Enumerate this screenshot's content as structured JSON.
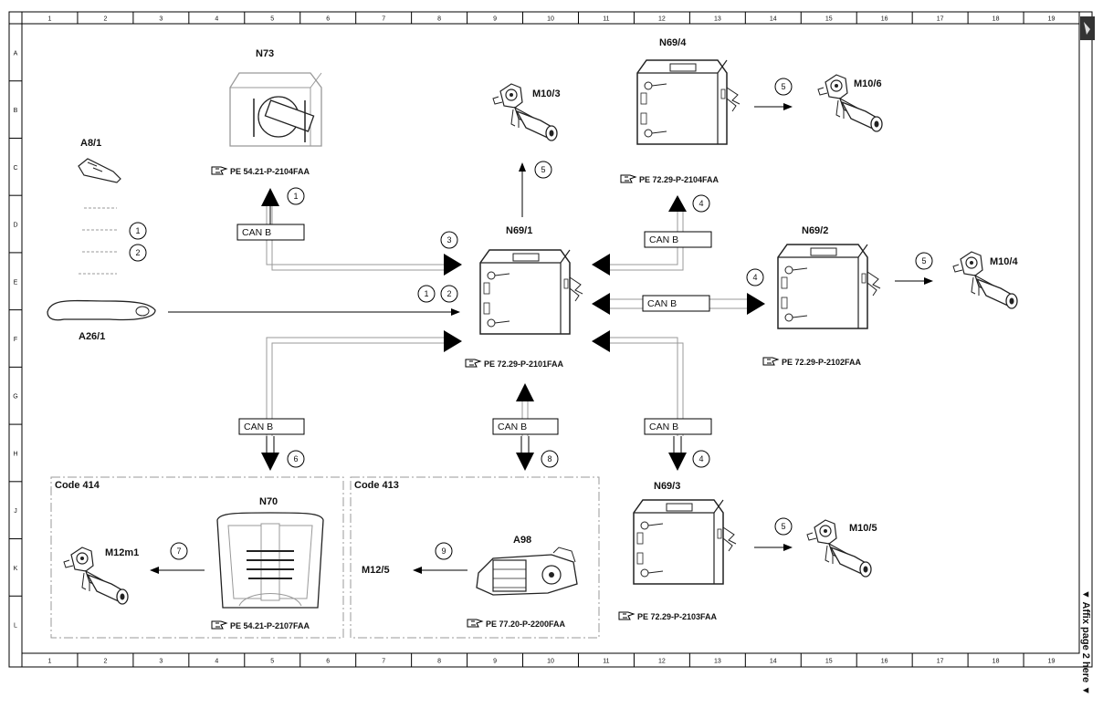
{
  "grid": {
    "columns": [
      "1",
      "2",
      "3",
      "4",
      "5",
      "6",
      "7",
      "8",
      "9",
      "10",
      "11",
      "12",
      "13",
      "14",
      "15",
      "16",
      "17",
      "18",
      "19"
    ],
    "rows": [
      "A",
      "B",
      "C",
      "D",
      "E",
      "F",
      "G",
      "H",
      "J",
      "K",
      "L"
    ]
  },
  "side_note": "▼ Affix page 2 here ▼",
  "components": {
    "n73": "N73",
    "a8_1": "A8/1",
    "a26_1": "A26/1",
    "m10_3": "M10/3",
    "n69_4": "N69/4",
    "m10_6": "M10/6",
    "n69_1": "N69/1",
    "n69_2": "N69/2",
    "m10_4": "M10/4",
    "n69_3": "N69/3",
    "m10_5": "M10/5",
    "n70": "N70",
    "m12m1": "M12m1",
    "a98": "A98",
    "m12_5": "M12/5"
  },
  "refs": {
    "n73": "PE 54.21-P-2104FAA",
    "n69_4": "PE 72.29-P-2104FAA",
    "n69_1": "PE 72.29-P-2101FAA",
    "n69_2": "PE 72.29-P-2102FAA",
    "n69_3": "PE 72.29-P-2103FAA",
    "n70": "PE 54.21-P-2107FAA",
    "a98": "PE 77.20-P-2200FAA"
  },
  "codes": {
    "code414": "Code 414",
    "code413": "Code 413"
  },
  "can_label": "CAN B",
  "callouts": {
    "n73": "1",
    "a8_1_a": "1",
    "a8_1_b": "2",
    "n69_1_top": "3",
    "n69_1_left_a": "1",
    "n69_1_left_b": "2",
    "m10_3": "5",
    "n69_4_low": "4",
    "m10_6": "5",
    "n69_2": "4",
    "m10_4": "5",
    "n69_3": "4",
    "m10_5": "5",
    "n70": "6",
    "a98": "8",
    "m12m1": "7",
    "m12_5": "9"
  }
}
